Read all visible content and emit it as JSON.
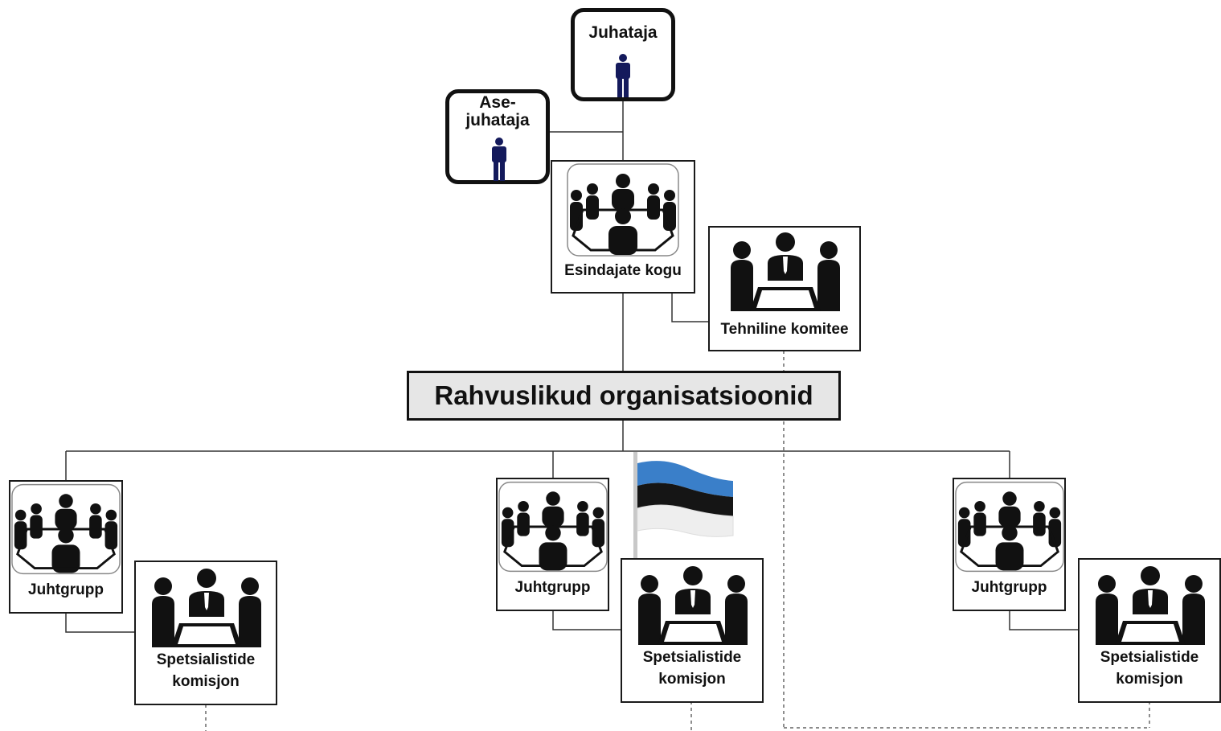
{
  "title": "Rahvuslikud organisatsioonid",
  "leader": {
    "label": "Juhataja",
    "icon": "person-icon"
  },
  "deputy": {
    "label_line1": "Ase-",
    "label_line2": "juhataja",
    "icon": "person-icon"
  },
  "assembly": {
    "label": "Esindajate kogu",
    "icon": "boardroom-meeting-icon"
  },
  "technical_committee": {
    "label": "Tehniline komitee",
    "icon": "business-meeting-icon"
  },
  "branches": [
    {
      "steering": "Juhtgrupp",
      "specialists_line1": "Spetsialistide",
      "specialists_line2": "komisjon"
    },
    {
      "steering": "Juhtgrupp",
      "specialists_line1": "Spetsialistide",
      "specialists_line2": "komisjon"
    },
    {
      "steering": "Juhtgrupp",
      "specialists_line1": "Spetsialistide",
      "specialists_line2": "komisjon"
    }
  ],
  "flag": {
    "icon": "estonian-flag-icon",
    "colors": [
      "#3a7fc9",
      "#111111",
      "#f2f2f2"
    ]
  },
  "colors": {
    "person": "#141a5c",
    "line": "#333333",
    "title_fill": "#e6e6e6"
  }
}
